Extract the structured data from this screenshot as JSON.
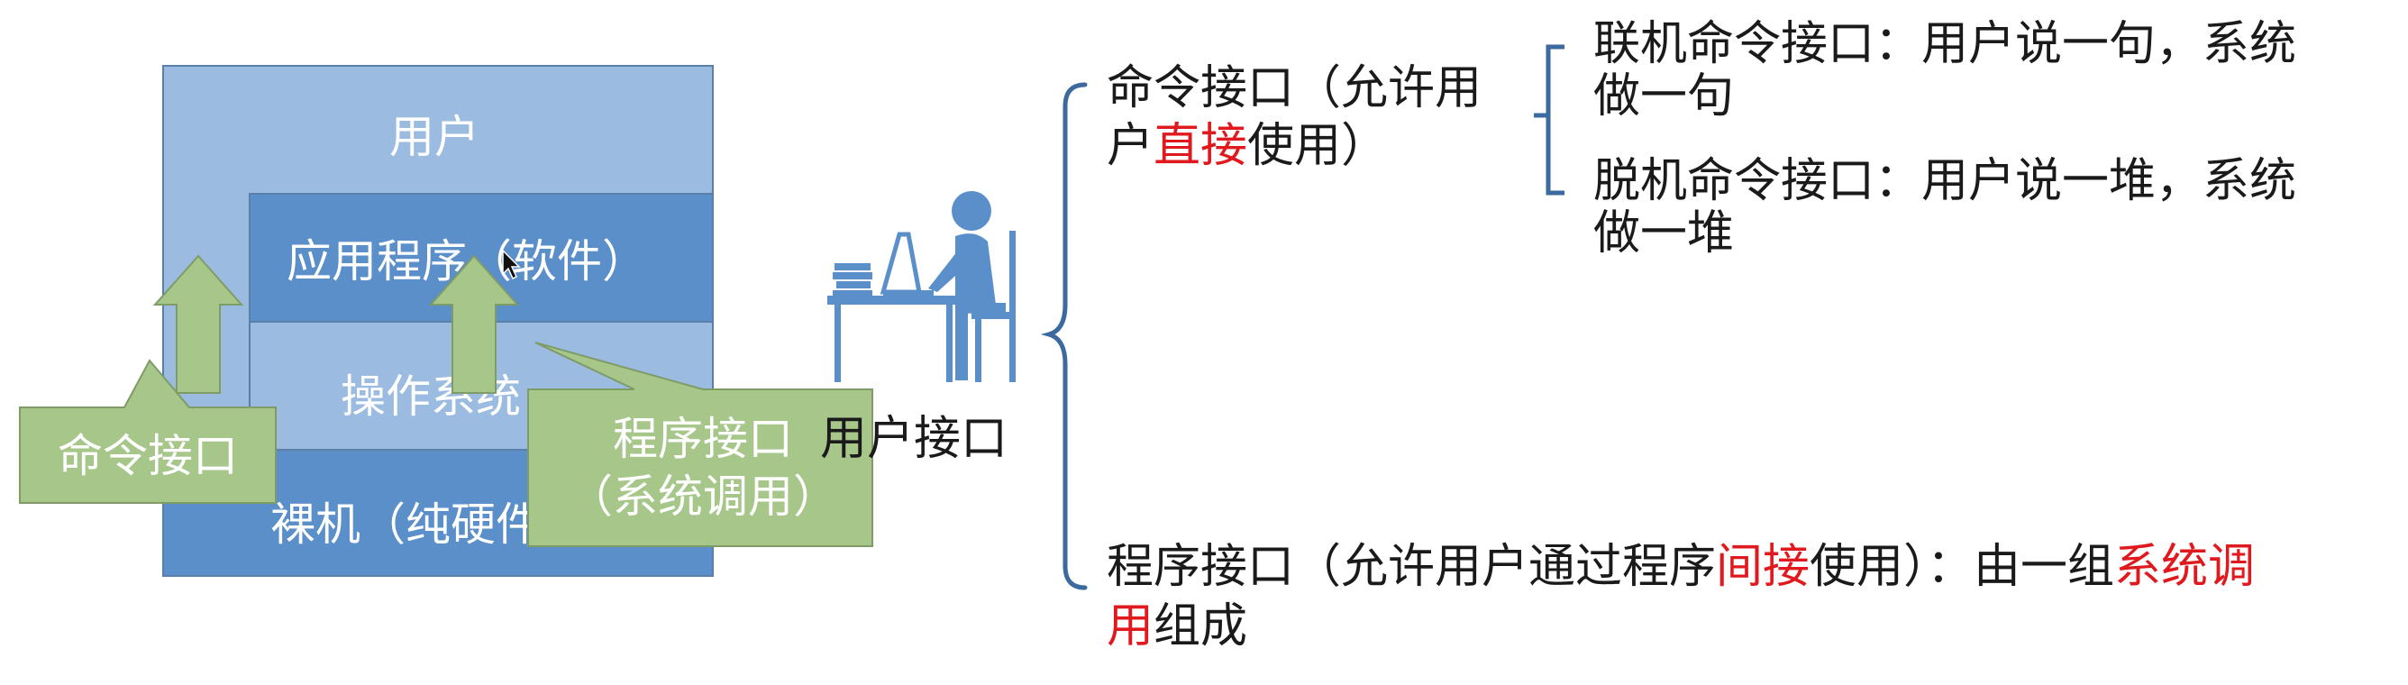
{
  "layers": {
    "user": "用户",
    "application": "应用程序（软件）",
    "os": "操作系统",
    "hardware": "裸机（纯硬件）"
  },
  "callouts": {
    "command_interface": "命令接口",
    "program_interface_line1": "程序接口",
    "program_interface_line2": "（系统调用）"
  },
  "user_interface_label": "用户接口",
  "command_interface": {
    "line1": "命令接口（允许用",
    "line2_before": "户",
    "line2_red": "直接",
    "line2_after": "使用）",
    "online": {
      "line1": "联机命令接口：用户说一句，系统",
      "line2": "做一句"
    },
    "offline": {
      "line1": "脱机命令接口：用户说一堆，系统",
      "line2": "做一堆"
    }
  },
  "program_interface": {
    "line1_before": "程序接口（允许用户通过程序",
    "line1_red1": "间接",
    "line1_mid": "使用）：由一组",
    "line1_red2": "系统调",
    "line2_red": "用",
    "line2_after": "组成"
  },
  "colors": {
    "layer_light": "#9bbbe0",
    "layer_dark": "#5b8fca",
    "callout_green": "#a6c68a",
    "callout_border": "#7f9c67",
    "bracket_blue": "#3d6a9e",
    "figure_blue": "#5b8fca",
    "highlight_red": "#e0191e"
  },
  "icons": [
    "person-at-laptop-icon",
    "mouse-cursor-icon"
  ]
}
